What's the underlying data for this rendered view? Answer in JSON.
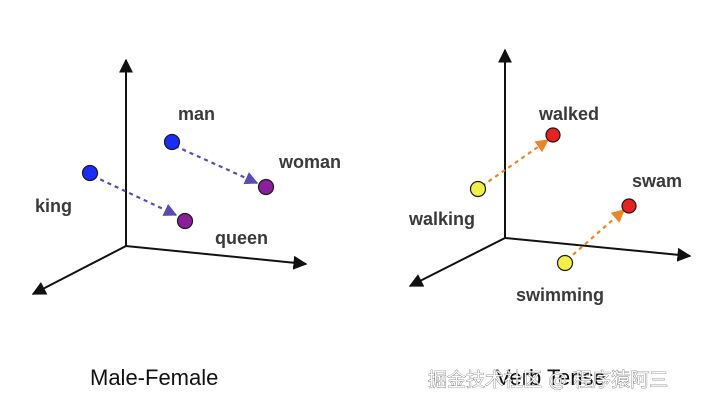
{
  "colors": {
    "axis": "#111111",
    "blue_point": "#1a2cff",
    "purple_point": "#8a1f9a",
    "yellow_point": "#f2ef4a",
    "red_point": "#e8231f",
    "gender_arrow": "#5a4bb0",
    "tense_arrow": "#e8862a"
  },
  "left_panel": {
    "caption": "Male-Female",
    "points": {
      "man": "man",
      "woman": "woman",
      "king": "king",
      "queen": "queen"
    }
  },
  "right_panel": {
    "caption": "Verb Tense",
    "points": {
      "walked": "walked",
      "walking": "walking",
      "swam": "swam",
      "swimming": "swimming"
    }
  },
  "watermark": "掘金技术社区 @ 程序猿阿三"
}
